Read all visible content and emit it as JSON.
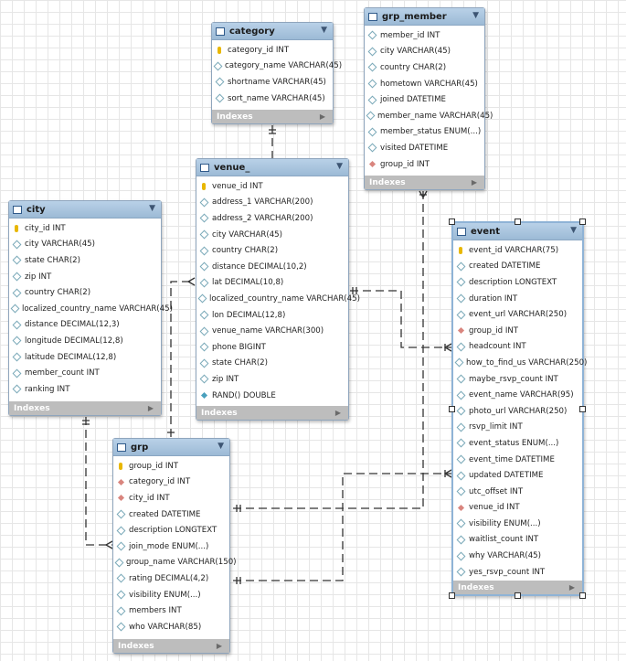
{
  "tables": {
    "category": {
      "name": "category",
      "footer": "Indexes",
      "rows": [
        {
          "icon": "primary-key-icon",
          "text": "category_id INT"
        },
        {
          "icon": "column-icon",
          "text": "category_name VARCHAR(45)"
        },
        {
          "icon": "column-icon",
          "text": "shortname VARCHAR(45)"
        },
        {
          "icon": "column-icon",
          "text": "sort_name VARCHAR(45)"
        }
      ]
    },
    "grp_member": {
      "name": "grp_member",
      "footer": "Indexes",
      "rows": [
        {
          "icon": "column-icon",
          "text": "member_id INT"
        },
        {
          "icon": "column-icon",
          "text": "city VARCHAR(45)"
        },
        {
          "icon": "column-icon",
          "text": "country CHAR(2)"
        },
        {
          "icon": "column-icon",
          "text": "hometown VARCHAR(45)"
        },
        {
          "icon": "column-icon",
          "text": "joined DATETIME"
        },
        {
          "icon": "column-icon",
          "text": "member_name VARCHAR(45)"
        },
        {
          "icon": "column-icon",
          "text": "member_status ENUM(...)"
        },
        {
          "icon": "column-icon",
          "text": "visited DATETIME"
        },
        {
          "icon": "foreign-key-icon",
          "text": "group_id INT"
        }
      ]
    },
    "venue": {
      "name": "venue_",
      "footer": "Indexes",
      "rows": [
        {
          "icon": "primary-key-icon",
          "text": "venue_id INT"
        },
        {
          "icon": "column-icon",
          "text": "address_1 VARCHAR(200)"
        },
        {
          "icon": "column-icon",
          "text": "address_2 VARCHAR(200)"
        },
        {
          "icon": "column-icon",
          "text": "city VARCHAR(45)"
        },
        {
          "icon": "column-icon",
          "text": "country CHAR(2)"
        },
        {
          "icon": "column-icon",
          "text": "distance DECIMAL(10,2)"
        },
        {
          "icon": "column-icon",
          "text": "lat DECIMAL(10,8)"
        },
        {
          "icon": "column-icon",
          "text": "localized_country_name VARCHAR(45)"
        },
        {
          "icon": "column-icon",
          "text": "lon DECIMAL(12,8)"
        },
        {
          "icon": "column-icon",
          "text": "venue_name VARCHAR(300)"
        },
        {
          "icon": "column-icon",
          "text": "phone BIGINT"
        },
        {
          "icon": "column-icon",
          "text": "state CHAR(2)"
        },
        {
          "icon": "column-icon",
          "text": "zip INT"
        },
        {
          "icon": "function-icon",
          "text": "RAND() DOUBLE"
        }
      ]
    },
    "city": {
      "name": "city",
      "footer": "Indexes",
      "rows": [
        {
          "icon": "primary-key-icon",
          "text": "city_id INT"
        },
        {
          "icon": "column-icon",
          "text": "city VARCHAR(45)"
        },
        {
          "icon": "column-icon",
          "text": "state CHAR(2)"
        },
        {
          "icon": "column-icon",
          "text": "zip INT"
        },
        {
          "icon": "column-icon",
          "text": "country CHAR(2)"
        },
        {
          "icon": "column-icon",
          "text": "localized_country_name VARCHAR(45)"
        },
        {
          "icon": "column-icon",
          "text": "distance DECIMAL(12,3)"
        },
        {
          "icon": "column-icon",
          "text": "longitude DECIMAL(12,8)"
        },
        {
          "icon": "column-icon",
          "text": "latitude DECIMAL(12,8)"
        },
        {
          "icon": "column-icon",
          "text": "member_count INT"
        },
        {
          "icon": "column-icon",
          "text": "ranking INT"
        }
      ]
    },
    "grp": {
      "name": "grp",
      "footer": "Indexes",
      "rows": [
        {
          "icon": "primary-key-icon",
          "text": "group_id INT"
        },
        {
          "icon": "foreign-key-icon",
          "text": "category_id INT"
        },
        {
          "icon": "foreign-key-icon",
          "text": "city_id INT"
        },
        {
          "icon": "column-icon",
          "text": "created DATETIME"
        },
        {
          "icon": "column-icon",
          "text": "description LONGTEXT"
        },
        {
          "icon": "column-icon",
          "text": "join_mode ENUM(...)"
        },
        {
          "icon": "column-icon",
          "text": "group_name VARCHAR(150)"
        },
        {
          "icon": "column-icon",
          "text": "rating DECIMAL(4,2)"
        },
        {
          "icon": "column-icon",
          "text": "visibility ENUM(...)"
        },
        {
          "icon": "column-icon",
          "text": "members INT"
        },
        {
          "icon": "column-icon",
          "text": "who VARCHAR(85)"
        }
      ]
    },
    "event": {
      "name": "event",
      "footer": "Indexes",
      "rows": [
        {
          "icon": "primary-key-icon",
          "text": "event_id VARCHAR(75)"
        },
        {
          "icon": "column-icon",
          "text": "created DATETIME"
        },
        {
          "icon": "column-icon",
          "text": "description LONGTEXT"
        },
        {
          "icon": "column-icon",
          "text": "duration INT"
        },
        {
          "icon": "column-icon",
          "text": "event_url VARCHAR(250)"
        },
        {
          "icon": "foreign-key-icon",
          "text": "group_id INT"
        },
        {
          "icon": "column-icon",
          "text": "headcount INT"
        },
        {
          "icon": "column-icon",
          "text": "how_to_find_us VARCHAR(250)"
        },
        {
          "icon": "column-icon",
          "text": "maybe_rsvp_count INT"
        },
        {
          "icon": "column-icon",
          "text": "event_name VARCHAR(95)"
        },
        {
          "icon": "column-icon",
          "text": "photo_url VARCHAR(250)"
        },
        {
          "icon": "column-icon",
          "text": "rsvp_limit INT"
        },
        {
          "icon": "column-icon",
          "text": "event_status ENUM(...)"
        },
        {
          "icon": "column-icon",
          "text": "event_time DATETIME"
        },
        {
          "icon": "column-icon",
          "text": "updated DATETIME"
        },
        {
          "icon": "column-icon",
          "text": "utc_offset INT"
        },
        {
          "icon": "foreign-key-icon",
          "text": "venue_id INT"
        },
        {
          "icon": "column-icon",
          "text": "visibility ENUM(...)"
        },
        {
          "icon": "column-icon",
          "text": "waitlist_count INT"
        },
        {
          "icon": "column-icon",
          "text": "why VARCHAR(45)"
        },
        {
          "icon": "column-icon",
          "text": "yes_rsvp_count INT"
        }
      ]
    }
  },
  "colors": {
    "header": "#a8c5e0",
    "footer": "#bdbdbd",
    "connector": "#333333",
    "primary_key": "#e8b700",
    "foreign_key": "#d9857e"
  }
}
